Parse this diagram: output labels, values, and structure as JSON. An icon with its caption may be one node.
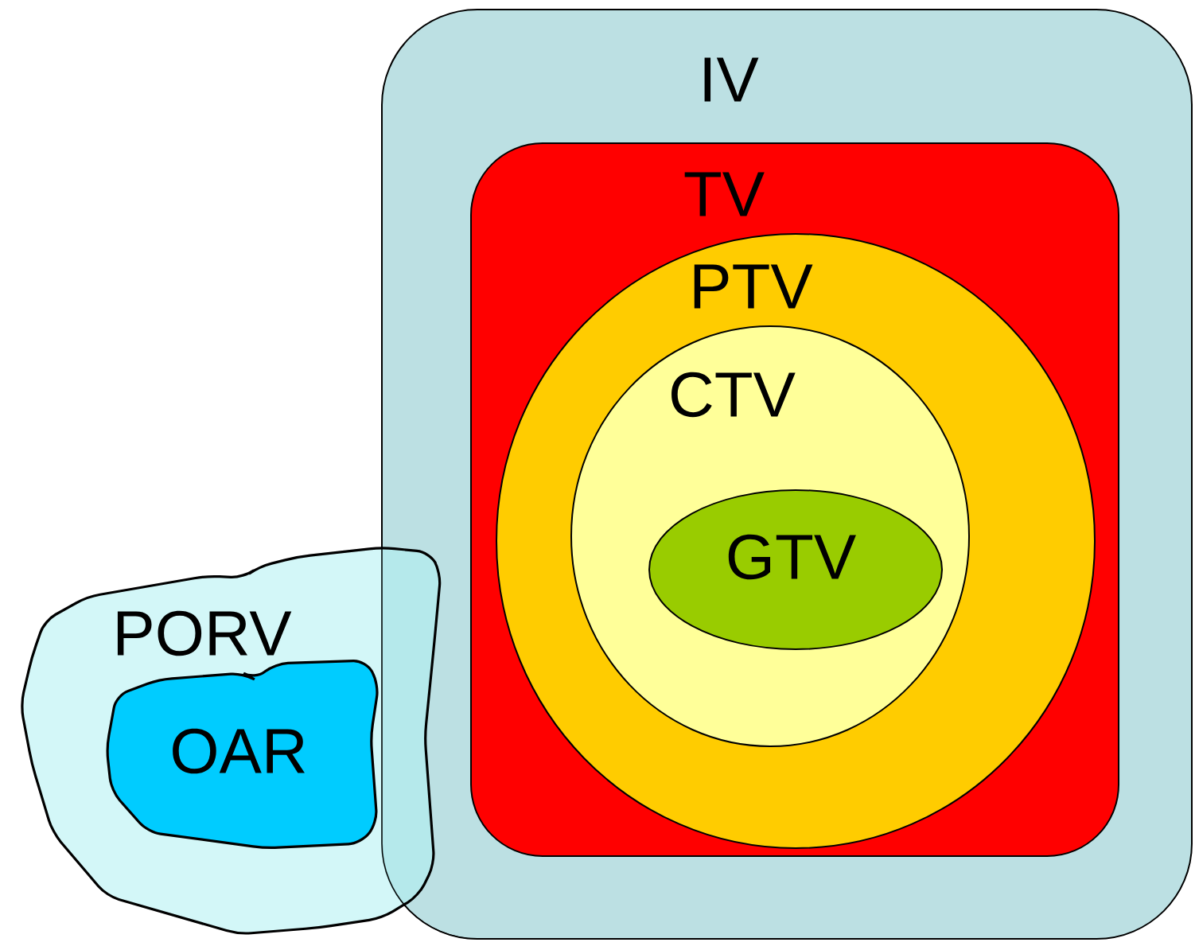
{
  "diagram": {
    "nodes": [
      {
        "text": [
          "IV"
        ]
      },
      {
        "text": [
          "TV"
        ],
        "in": 0
      },
      {
        "text": [
          "PTV"
        ],
        "in": 1
      },
      {
        "text": [
          "CTV"
        ],
        "in": 2
      },
      {
        "text": [
          "GTV"
        ],
        "in": 3
      },
      {
        "text": [
          "PORV"
        ]
      },
      {
        "text": [
          "OAR"
        ],
        "in": 5
      }
    ]
  }
}
